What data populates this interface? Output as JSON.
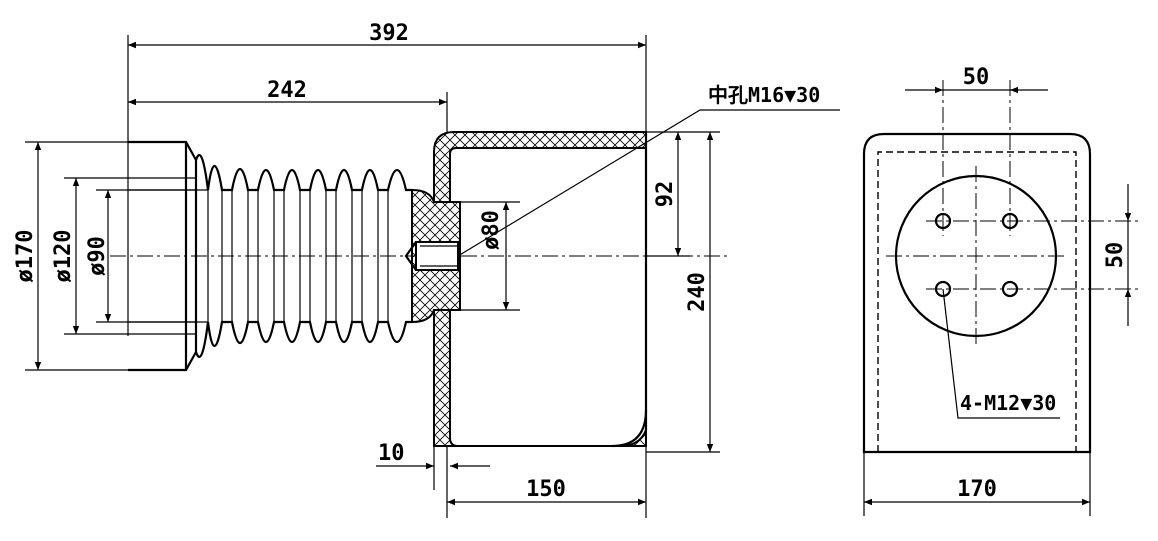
{
  "dimensions": {
    "overall_length": "392",
    "insulator_length": "242",
    "diameter_170": "ø170",
    "diameter_120": "ø120",
    "diameter_90": "ø90",
    "diameter_80": "ø80",
    "height_92": "92",
    "height_240": "240",
    "wall_10": "10",
    "cup_depth_150": "150",
    "end_view_width_170": "170",
    "end_view_spacing_h_50": "50",
    "end_view_spacing_v_50": "50"
  },
  "notes": {
    "center_hole": "中孔M16▼30",
    "bolt_holes": "4-M12▼30"
  }
}
